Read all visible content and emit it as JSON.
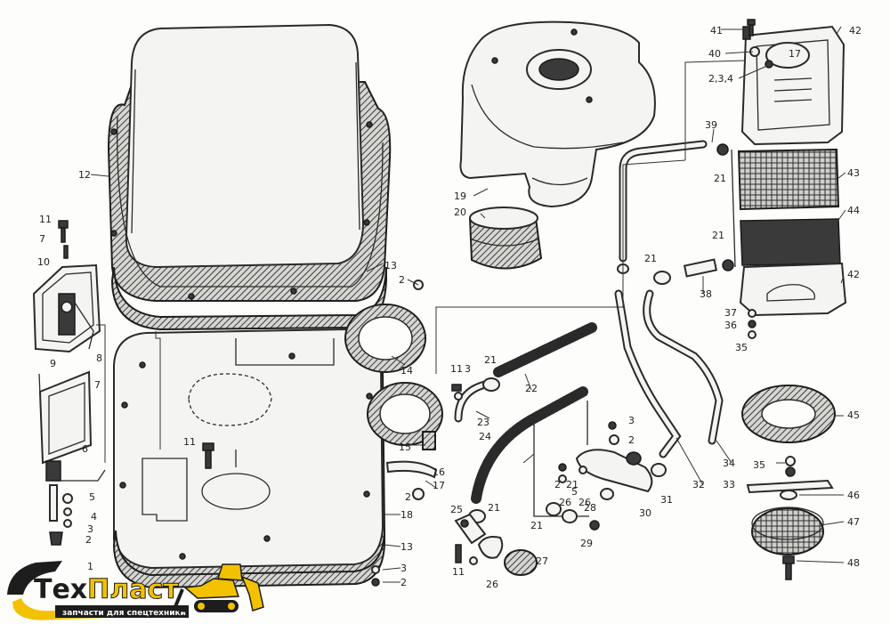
{
  "logo": {
    "brand_part1": "Тех",
    "brand_part2": "Пласт",
    "tagline": "запчасти для спецтехники",
    "brand_color": "#f2c200",
    "text_color": "#1d1d1d"
  },
  "callouts": [
    {
      "id": "c1",
      "text": "1"
    },
    {
      "id": "c2a",
      "text": "2"
    },
    {
      "id": "c2b",
      "text": "2"
    },
    {
      "id": "c2c",
      "text": "2"
    },
    {
      "id": "c2d",
      "text": "2"
    },
    {
      "id": "c2e",
      "text": "2"
    },
    {
      "id": "c2f",
      "text": "2"
    },
    {
      "id": "c3a",
      "text": "3"
    },
    {
      "id": "c3b",
      "text": "3"
    },
    {
      "id": "c3c",
      "text": "3"
    },
    {
      "id": "c3d",
      "text": "3"
    },
    {
      "id": "c4",
      "text": "4"
    },
    {
      "id": "c5a",
      "text": "5"
    },
    {
      "id": "c5b",
      "text": "5"
    },
    {
      "id": "c6",
      "text": "6"
    },
    {
      "id": "c7a",
      "text": "7"
    },
    {
      "id": "c7b",
      "text": "7"
    },
    {
      "id": "c8",
      "text": "8"
    },
    {
      "id": "c9",
      "text": "9"
    },
    {
      "id": "c10",
      "text": "10"
    },
    {
      "id": "c11a",
      "text": "11"
    },
    {
      "id": "c11b",
      "text": "11"
    },
    {
      "id": "c11c",
      "text": "11"
    },
    {
      "id": "c11d",
      "text": "11"
    },
    {
      "id": "c12",
      "text": "12"
    },
    {
      "id": "c13a",
      "text": "13"
    },
    {
      "id": "c13b",
      "text": "13"
    },
    {
      "id": "c14",
      "text": "14"
    },
    {
      "id": "c15",
      "text": "15"
    },
    {
      "id": "c16",
      "text": "16"
    },
    {
      "id": "c17",
      "text": "17"
    },
    {
      "id": "c17b",
      "text": "17"
    },
    {
      "id": "c18",
      "text": "18"
    },
    {
      "id": "c19",
      "text": "19"
    },
    {
      "id": "c20",
      "text": "20"
    },
    {
      "id": "c21a",
      "text": "21"
    },
    {
      "id": "c21b",
      "text": "21"
    },
    {
      "id": "c21c",
      "text": "21"
    },
    {
      "id": "c21d",
      "text": "21"
    },
    {
      "id": "c21e",
      "text": "21"
    },
    {
      "id": "c21f",
      "text": "21"
    },
    {
      "id": "c21g",
      "text": "21"
    },
    {
      "id": "c22",
      "text": "22"
    },
    {
      "id": "c23",
      "text": "23"
    },
    {
      "id": "c24",
      "text": "24"
    },
    {
      "id": "c25",
      "text": "25"
    },
    {
      "id": "c26a",
      "text": "26"
    },
    {
      "id": "c26b",
      "text": "26"
    },
    {
      "id": "c26c",
      "text": "26"
    },
    {
      "id": "c27",
      "text": "27"
    },
    {
      "id": "c28",
      "text": "28"
    },
    {
      "id": "c29",
      "text": "29"
    },
    {
      "id": "c30",
      "text": "30"
    },
    {
      "id": "c31",
      "text": "31"
    },
    {
      "id": "c32",
      "text": "32"
    },
    {
      "id": "c33",
      "text": "33"
    },
    {
      "id": "c34",
      "text": "34"
    },
    {
      "id": "c35a",
      "text": "35"
    },
    {
      "id": "c35b",
      "text": "35"
    },
    {
      "id": "c36",
      "text": "36"
    },
    {
      "id": "c37",
      "text": "37"
    },
    {
      "id": "c38",
      "text": "38"
    },
    {
      "id": "c39",
      "text": "39"
    },
    {
      "id": "c40",
      "text": "40"
    },
    {
      "id": "c41",
      "text": "41"
    },
    {
      "id": "c42a",
      "text": "42"
    },
    {
      "id": "c42b",
      "text": "42"
    },
    {
      "id": "c43",
      "text": "43"
    },
    {
      "id": "c44",
      "text": "44"
    },
    {
      "id": "c45",
      "text": "45"
    },
    {
      "id": "c46",
      "text": "46"
    },
    {
      "id": "c47",
      "text": "47"
    },
    {
      "id": "c48",
      "text": "48"
    },
    {
      "id": "c234",
      "text": "2,3,4"
    }
  ]
}
